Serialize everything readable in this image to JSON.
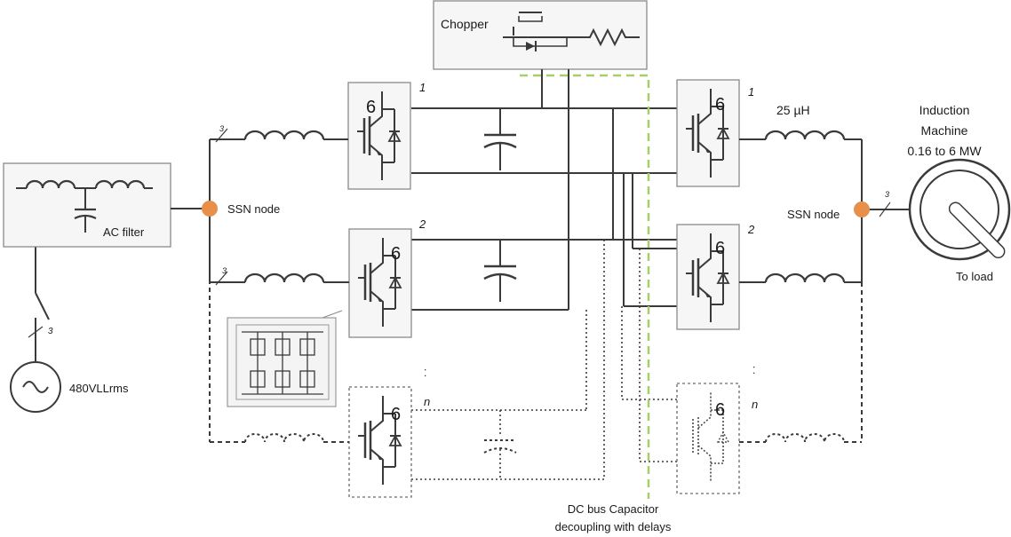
{
  "colors": {
    "wire": "#3a3a3a",
    "node": "#e8904a",
    "decoupling_line": "#a6cf6a",
    "block_fill": "#f6f6f6",
    "block_border": "#8a8a8a"
  },
  "chopper": {
    "label": "Chopper"
  },
  "ac_filter": {
    "label": "AC filter"
  },
  "source": {
    "label": "480VLLrms",
    "phase_count": "3"
  },
  "ssn_nodes": {
    "left": "SSN node",
    "right": "SSN node"
  },
  "phase_marks": [
    "3",
    "3",
    "3",
    "3"
  ],
  "converters": {
    "left": [
      {
        "index": "1",
        "pulses": "6"
      },
      {
        "index": "2",
        "pulses": "6"
      },
      {
        "index": "n",
        "pulses": "6"
      }
    ],
    "right": [
      {
        "index": "1",
        "pulses": "6"
      },
      {
        "index": "2",
        "pulses": "6"
      },
      {
        "index": "n",
        "pulses": "6"
      }
    ],
    "ellipsis_left": ". .",
    "ellipsis_right": ". ."
  },
  "inductor_label": "25 µH",
  "machine": {
    "line1": "Induction",
    "line2": "Machine",
    "line3": "0.16 to 6 MW",
    "load": "To load"
  },
  "dc_bus": {
    "line1": "DC bus Capacitor",
    "line2": "decoupling with delays"
  },
  "icons": [
    "switch-icon",
    "ac-source-icon",
    "inductor-icon",
    "capacitor-icon",
    "igbt-icon",
    "resistor-icon",
    "induction-machine-icon"
  ]
}
